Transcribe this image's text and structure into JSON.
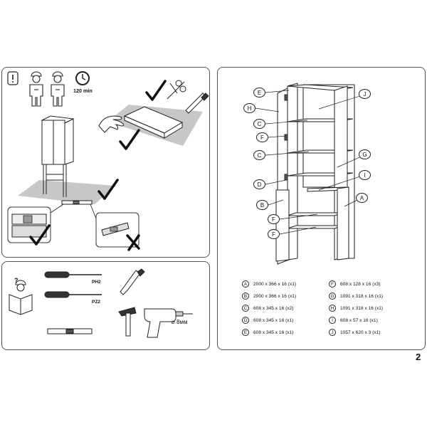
{
  "safety": {
    "time": "120 min"
  },
  "tools": {
    "screwdriver_1": "PH2",
    "screwdriver_2": "PZ2",
    "drill_bit": "⌀ 8мм"
  },
  "help_icon_mark": "?",
  "parts_labels": [
    "E",
    "J",
    "H",
    "C",
    "F",
    "C",
    "G",
    "I",
    "D",
    "A",
    "B",
    "F",
    "F"
  ],
  "parts": [
    {
      "letter": "A",
      "spec": "2000 x 366 x 16 (x1)"
    },
    {
      "letter": "B",
      "spec": "2000 x 366 x 16 (x1)"
    },
    {
      "letter": "C",
      "spec": "608 x 345 x 16 (x2)"
    },
    {
      "letter": "D",
      "spec": "608 x 345 x 16 (x1)"
    },
    {
      "letter": "E",
      "spec": "608 x 345 x 16 (x1)"
    },
    {
      "letter": "F",
      "spec": "608 x 128 x 16 (x3)"
    },
    {
      "letter": "G",
      "spec": "1091 x 318 x 16 (x1)"
    },
    {
      "letter": "H",
      "spec": "1091 x 318 x 16 (x1)"
    },
    {
      "letter": "I",
      "spec": "608 x 57 x 16 (x1)"
    },
    {
      "letter": "J",
      "spec": "1057 x 620 x 3 (x1)"
    }
  ],
  "page_number": "2"
}
